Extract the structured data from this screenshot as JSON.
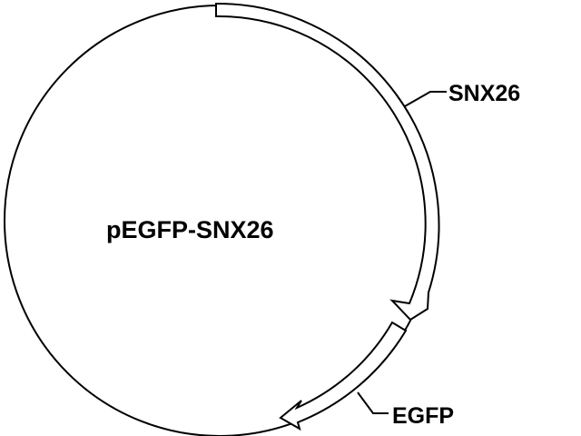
{
  "plasmid": {
    "name": "pEGFP-SNX26"
  },
  "features": [
    {
      "name": "SNX26"
    },
    {
      "name": "EGFP"
    }
  ],
  "colors": {
    "stroke": "#000000",
    "fill": "#ffffff"
  }
}
